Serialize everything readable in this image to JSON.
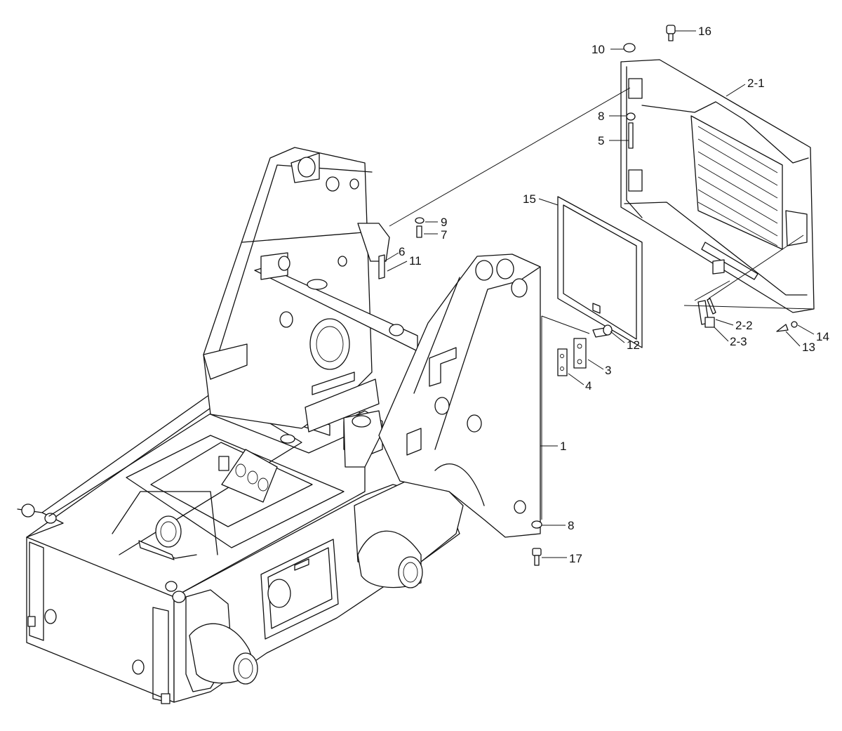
{
  "diagram": {
    "type": "exploded-parts-view",
    "callouts": [
      {
        "id": "c16",
        "label": "16"
      },
      {
        "id": "c10",
        "label": "10"
      },
      {
        "id": "c2-1",
        "label": "2-1"
      },
      {
        "id": "c8a",
        "label": "8"
      },
      {
        "id": "c5",
        "label": "5"
      },
      {
        "id": "c15",
        "label": "15"
      },
      {
        "id": "c9",
        "label": "9"
      },
      {
        "id": "c7",
        "label": "7"
      },
      {
        "id": "c6",
        "label": "6"
      },
      {
        "id": "c11",
        "label": "11"
      },
      {
        "id": "c2-2",
        "label": "2-2"
      },
      {
        "id": "c14",
        "label": "14"
      },
      {
        "id": "c2-3",
        "label": "2-3"
      },
      {
        "id": "c13",
        "label": "13"
      },
      {
        "id": "c12",
        "label": "12"
      },
      {
        "id": "c3",
        "label": "3"
      },
      {
        "id": "c4",
        "label": "4"
      },
      {
        "id": "c1",
        "label": "1"
      },
      {
        "id": "c8b",
        "label": "8"
      },
      {
        "id": "c17",
        "label": "17"
      }
    ]
  }
}
